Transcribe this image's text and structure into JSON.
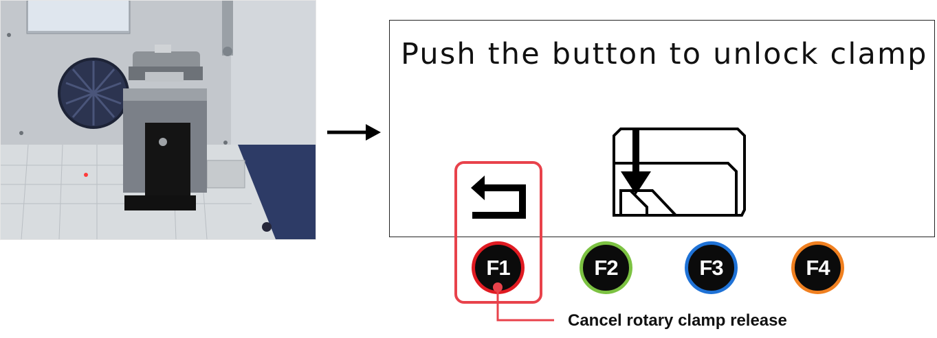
{
  "screen": {
    "message": "Push the button to unlock clamp",
    "icons": {
      "back": "return-arrow-icon",
      "clamp": "clamp-unlock-icon"
    }
  },
  "function_keys": [
    {
      "label": "F1",
      "ring_color": "#e01b22"
    },
    {
      "label": "F2",
      "ring_color": "#7cc242"
    },
    {
      "label": "F3",
      "ring_color": "#1f72d6"
    },
    {
      "label": "F4",
      "ring_color": "#f08020"
    }
  ],
  "callout": {
    "text": "Cancel rotary clamp release",
    "color": "#e8424b"
  },
  "photo": {
    "subject": "rotary-chuck-device-photo"
  }
}
